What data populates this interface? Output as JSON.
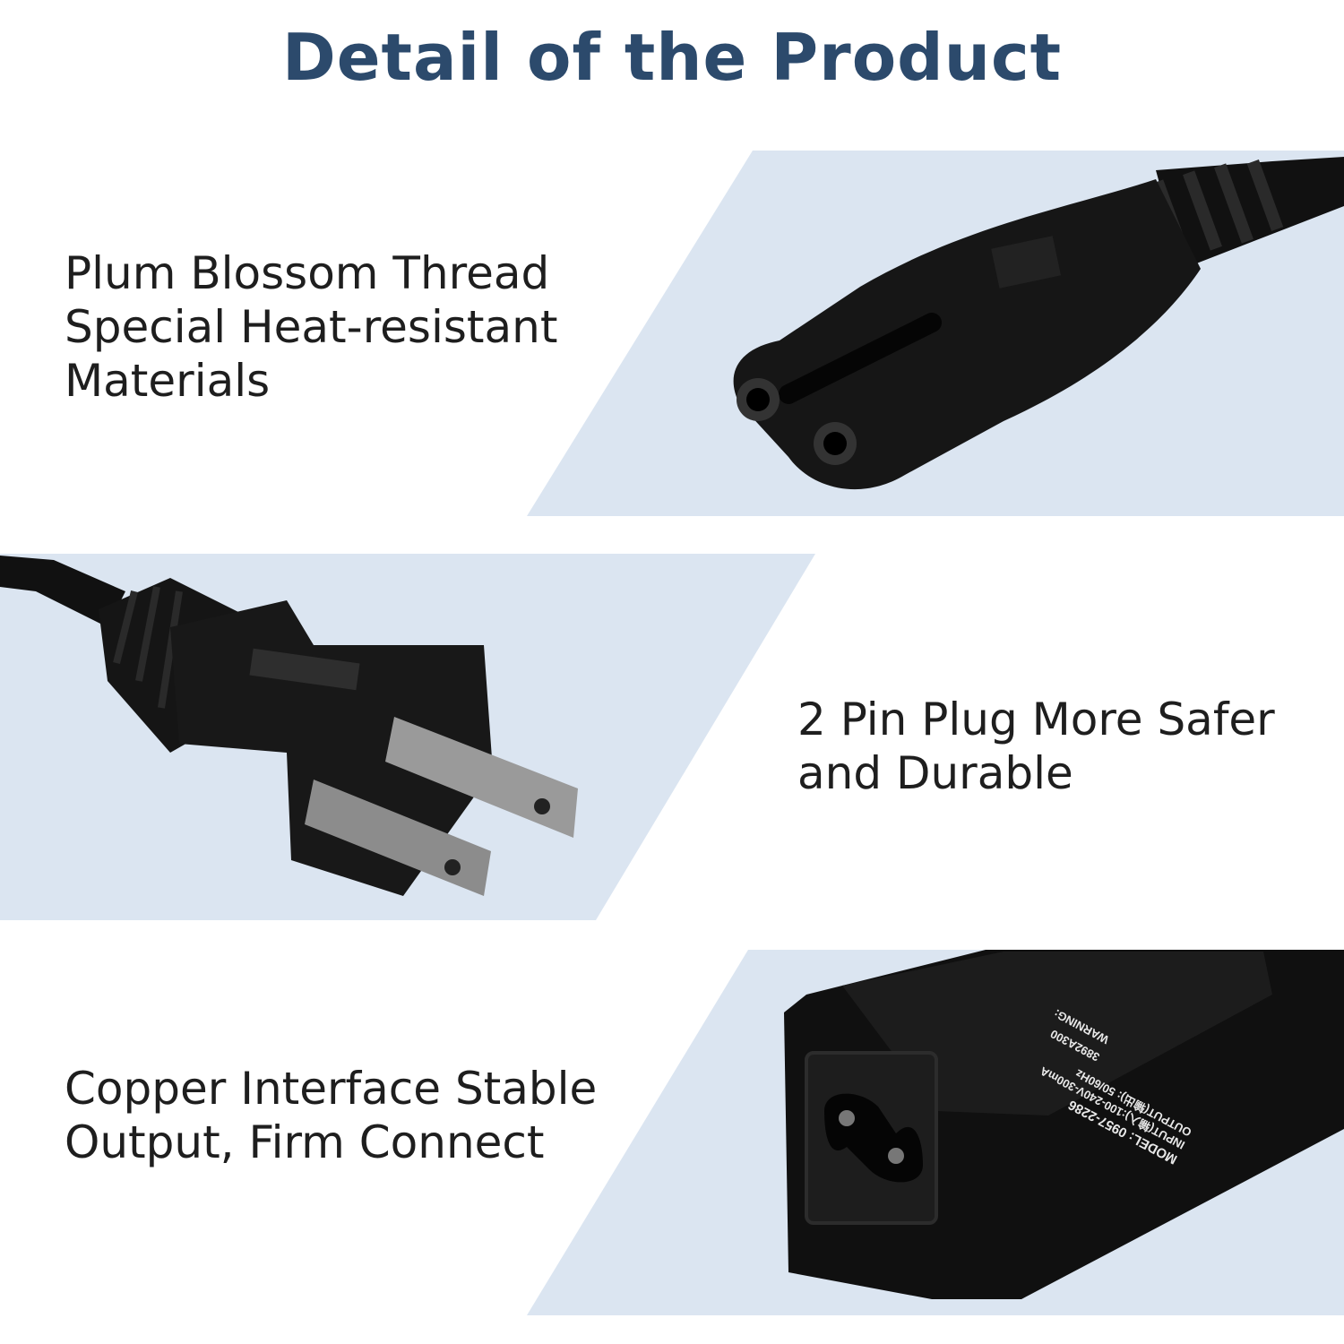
{
  "title": "Detail of the Product",
  "colors": {
    "title": "#2c4a6c",
    "band": "#dbe5f1",
    "product": "#141414"
  },
  "features": [
    {
      "lines": [
        "Plum Blossom Thread",
        "Special Heat-resistant",
        "Materials"
      ],
      "image": "c7-connector"
    },
    {
      "lines": [
        "2 Pin Plug More Safer",
        "and Durable"
      ],
      "image": "us-2-pin-plug"
    },
    {
      "lines": [
        "Copper Interface Stable",
        "Output, Firm Connect"
      ],
      "image": "power-adapter"
    }
  ],
  "adapter_label": {
    "model": "MODEL: 0957-2286",
    "input": "INPUT(输入):100-240V-300mA",
    "output": "OUTPUT(输出): 50/60Hz",
    "warning": "WARNING:",
    "cert": "3892A300"
  }
}
